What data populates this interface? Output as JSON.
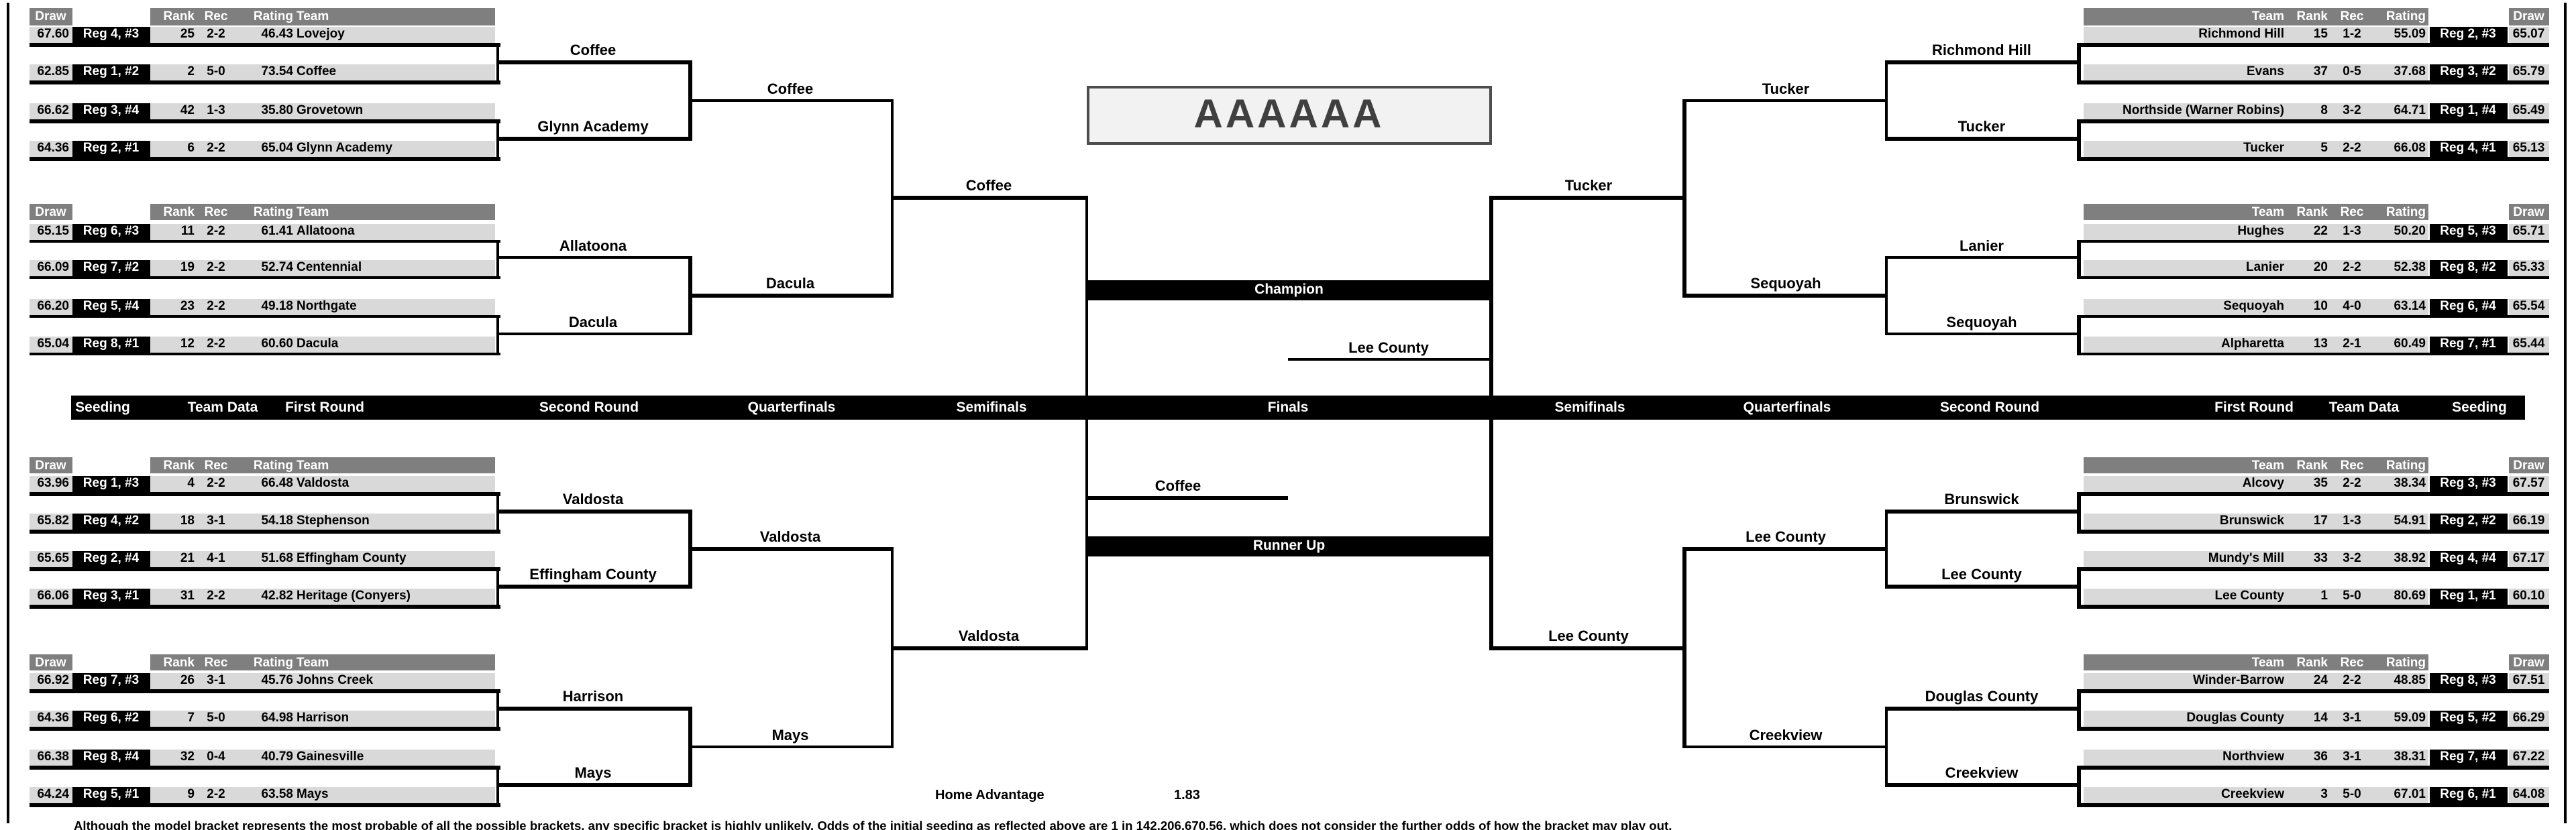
{
  "title": "AAAAAA",
  "columns": {
    "draw": "Draw",
    "rank": "Rank",
    "rec": "Rec",
    "rating": "Rating",
    "team": "Team"
  },
  "round_labels": [
    "Seeding",
    "Team Data",
    "First Round",
    "Second Round",
    "Quarterfinals",
    "Semifinals",
    "Finals",
    "Semifinals",
    "Quarterfinals",
    "Second Round",
    "First Round",
    "Team Data",
    "Seeding"
  ],
  "finals": {
    "champion_label": "Champion",
    "runner_up_label": "Runner Up",
    "champion": "Lee County",
    "runner_up": "Coffee"
  },
  "left": {
    "groups": [
      {
        "teams": [
          {
            "draw": "67.60",
            "reg": "Reg 4, #3",
            "rank": "25",
            "rec": "2-2",
            "rating": "46.43",
            "team": "Lovejoy"
          },
          {
            "draw": "62.85",
            "reg": "Reg 1, #2",
            "rank": "2",
            "rec": "5-0",
            "rating": "73.54",
            "team": "Coffee"
          },
          {
            "draw": "66.62",
            "reg": "Reg 3, #4",
            "rank": "42",
            "rec": "1-3",
            "rating": "35.80",
            "team": "Grovetown"
          },
          {
            "draw": "64.36",
            "reg": "Reg 2, #1",
            "rank": "6",
            "rec": "2-2",
            "rating": "65.04",
            "team": "Glynn Academy"
          }
        ]
      },
      {
        "teams": [
          {
            "draw": "65.15",
            "reg": "Reg 6, #3",
            "rank": "11",
            "rec": "2-2",
            "rating": "61.41",
            "team": "Allatoona"
          },
          {
            "draw": "66.09",
            "reg": "Reg 7, #2",
            "rank": "19",
            "rec": "2-2",
            "rating": "52.74",
            "team": "Centennial"
          },
          {
            "draw": "66.20",
            "reg": "Reg 5, #4",
            "rank": "23",
            "rec": "2-2",
            "rating": "49.18",
            "team": "Northgate"
          },
          {
            "draw": "65.04",
            "reg": "Reg 8, #1",
            "rank": "12",
            "rec": "2-2",
            "rating": "60.60",
            "team": "Dacula"
          }
        ]
      },
      {
        "teams": [
          {
            "draw": "63.96",
            "reg": "Reg 1, #3",
            "rank": "4",
            "rec": "2-2",
            "rating": "66.48",
            "team": "Valdosta"
          },
          {
            "draw": "65.82",
            "reg": "Reg 4, #2",
            "rank": "18",
            "rec": "3-1",
            "rating": "54.18",
            "team": "Stephenson"
          },
          {
            "draw": "65.65",
            "reg": "Reg 2, #4",
            "rank": "21",
            "rec": "4-1",
            "rating": "51.68",
            "team": "Effingham County"
          },
          {
            "draw": "66.06",
            "reg": "Reg 3, #1",
            "rank": "31",
            "rec": "2-2",
            "rating": "42.82",
            "team": "Heritage (Conyers)"
          }
        ]
      },
      {
        "teams": [
          {
            "draw": "66.92",
            "reg": "Reg 7, #3",
            "rank": "26",
            "rec": "3-1",
            "rating": "45.76",
            "team": "Johns Creek"
          },
          {
            "draw": "64.36",
            "reg": "Reg 6, #2",
            "rank": "7",
            "rec": "5-0",
            "rating": "64.98",
            "team": "Harrison"
          },
          {
            "draw": "66.38",
            "reg": "Reg 8, #4",
            "rank": "32",
            "rec": "0-4",
            "rating": "40.79",
            "team": "Gainesville"
          },
          {
            "draw": "64.24",
            "reg": "Reg 5, #1",
            "rank": "9",
            "rec": "2-2",
            "rating": "63.58",
            "team": "Mays"
          }
        ]
      }
    ],
    "first_round_winners": [
      "Coffee",
      "Glynn Academy",
      "Allatoona",
      "Dacula",
      "Valdosta",
      "Effingham County",
      "Harrison",
      "Mays"
    ],
    "second_round_winners": [
      "Coffee",
      "Dacula",
      "Valdosta",
      "Mays"
    ],
    "quarterfinal_winners": [
      "Coffee",
      "Valdosta"
    ],
    "semifinal_winner": "Coffee"
  },
  "right": {
    "groups": [
      {
        "teams": [
          {
            "team": "Richmond Hill",
            "rank": "15",
            "rec": "1-2",
            "rating": "55.09",
            "reg": "Reg 2, #3",
            "draw": "65.07"
          },
          {
            "team": "Evans",
            "rank": "37",
            "rec": "0-5",
            "rating": "37.68",
            "reg": "Reg 3, #2",
            "draw": "65.79"
          },
          {
            "team": "Northside (Warner Robins)",
            "rank": "8",
            "rec": "3-2",
            "rating": "64.71",
            "reg": "Reg 1, #4",
            "draw": "65.49"
          },
          {
            "team": "Tucker",
            "rank": "5",
            "rec": "2-2",
            "rating": "66.08",
            "reg": "Reg 4, #1",
            "draw": "65.13"
          }
        ]
      },
      {
        "teams": [
          {
            "team": "Hughes",
            "rank": "22",
            "rec": "1-3",
            "rating": "50.20",
            "reg": "Reg 5, #3",
            "draw": "65.71"
          },
          {
            "team": "Lanier",
            "rank": "20",
            "rec": "2-2",
            "rating": "52.38",
            "reg": "Reg 8, #2",
            "draw": "65.33"
          },
          {
            "team": "Sequoyah",
            "rank": "10",
            "rec": "4-0",
            "rating": "63.14",
            "reg": "Reg 6, #4",
            "draw": "65.54"
          },
          {
            "team": "Alpharetta",
            "rank": "13",
            "rec": "2-1",
            "rating": "60.49",
            "reg": "Reg 7, #1",
            "draw": "65.44"
          }
        ]
      },
      {
        "teams": [
          {
            "team": "Alcovy",
            "rank": "35",
            "rec": "2-2",
            "rating": "38.34",
            "reg": "Reg 3, #3",
            "draw": "67.57"
          },
          {
            "team": "Brunswick",
            "rank": "17",
            "rec": "1-3",
            "rating": "54.91",
            "reg": "Reg 2, #2",
            "draw": "66.19"
          },
          {
            "team": "Mundy's Mill",
            "rank": "33",
            "rec": "3-2",
            "rating": "38.92",
            "reg": "Reg 4, #4",
            "draw": "67.17"
          },
          {
            "team": "Lee County",
            "rank": "1",
            "rec": "5-0",
            "rating": "80.69",
            "reg": "Reg 1, #1",
            "draw": "60.10"
          }
        ]
      },
      {
        "teams": [
          {
            "team": "Winder-Barrow",
            "rank": "24",
            "rec": "2-2",
            "rating": "48.85",
            "reg": "Reg 8, #3",
            "draw": "67.51"
          },
          {
            "team": "Douglas County",
            "rank": "14",
            "rec": "3-1",
            "rating": "59.09",
            "reg": "Reg 5, #2",
            "draw": "66.29"
          },
          {
            "team": "Northview",
            "rank": "36",
            "rec": "3-1",
            "rating": "38.31",
            "reg": "Reg 7, #4",
            "draw": "67.22"
          },
          {
            "team": "Creekview",
            "rank": "3",
            "rec": "5-0",
            "rating": "67.01",
            "reg": "Reg 6, #1",
            "draw": "64.08"
          }
        ]
      }
    ],
    "first_round_winners": [
      "Richmond Hill",
      "Tucker",
      "Lanier",
      "Sequoyah",
      "Brunswick",
      "Lee County",
      "Douglas County",
      "Creekview"
    ],
    "second_round_winners": [
      "Tucker",
      "Sequoyah",
      "Lee County",
      "Creekview"
    ],
    "quarterfinal_winners": [
      "Tucker",
      "Lee County"
    ],
    "semifinal_winner": "Lee County"
  },
  "footer": {
    "home_advantage_label": "Home Advantage",
    "home_advantage_value": "1.83",
    "disclaimer": "Although the model bracket represents the most probable of all the possible brackets, any specific bracket is highly unlikely.  Odds of the initial seeding as reflected above are 1 in 142,206,670.56, which does not consider the further odds of how the bracket may play out."
  },
  "colors": {
    "header_gray": "#7f7f7f",
    "row_gray": "#d9d9d9",
    "black": "#000000",
    "title_bg": "#f2f2f2",
    "title_text": "#404040"
  }
}
